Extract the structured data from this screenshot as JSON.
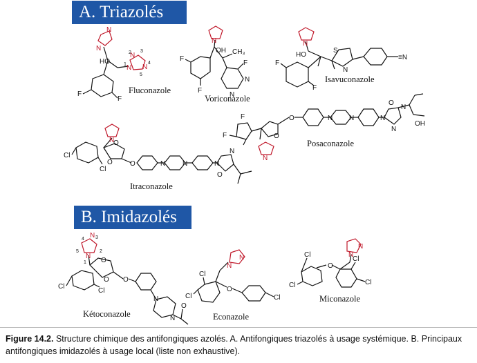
{
  "sections": {
    "a_title": "A. Triazolés",
    "b_title": "B. Imidazolés"
  },
  "drugs": {
    "fluconazole": "Fluconazole",
    "voriconazole": "Voriconazole",
    "isavuconazole": "Isavuconazole",
    "posaconazole": "Posaconazole",
    "itraconazole": "Itraconazole",
    "ketoconazole": "Kétoconazole",
    "econazole": "Econazole",
    "miconazole": "Miconazole"
  },
  "atoms": {
    "N": "N",
    "O": "O",
    "F": "F",
    "Cl": "Cl",
    "S": "S",
    "HO": "HO",
    "OH": "OH",
    "CH3": "CH₃",
    "cyano": "≡N"
  },
  "numbering": {
    "n1": "1",
    "n2": "2",
    "n3": "3",
    "n4": "4",
    "n5": "5"
  },
  "caption": {
    "label": "Figure 14.2.",
    "text": " Structure chimique des antifongiques azolés. A. Antifongiques triazolés à usage systémique. B. Principaux antifongiques imidazolés à usage local (liste non exhaustive)."
  },
  "colors": {
    "section_bg": "#1f57a6",
    "azole_red": "#c0182a",
    "bond_black": "#111111"
  }
}
